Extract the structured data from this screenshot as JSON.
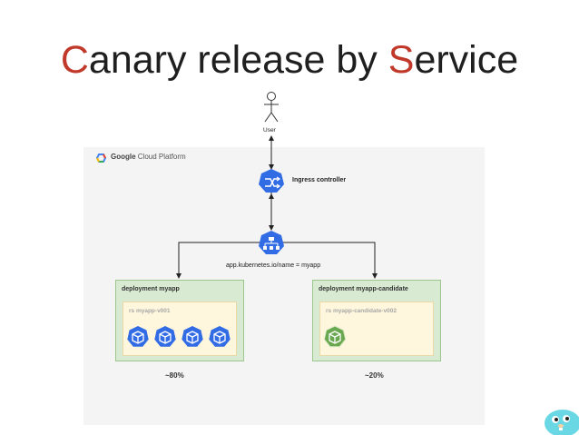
{
  "title": {
    "part1_accent": "C",
    "part1_rest": "anary release by ",
    "part2_accent": "S",
    "part2_rest": "ervice"
  },
  "user_label": "User",
  "gcp": {
    "brand": "Google",
    "product": "Cloud Platform"
  },
  "ingress_label": "Ingress controller",
  "service_selector": "app.kubernetes.io/name = myapp",
  "deployments": [
    {
      "title": "deployment myapp",
      "rs": "rs myapp-v001",
      "pods": 4,
      "share": "~80%"
    },
    {
      "title": "deployment myapp-candidate",
      "rs": "rs myapp-candidate-v002",
      "pods": 1,
      "share": "~20%"
    }
  ],
  "colors": {
    "accent": "#c0392b",
    "k8s_blue": "#326ce5",
    "canary_green": "#6aa84f",
    "panel": "#f4f4f4"
  }
}
